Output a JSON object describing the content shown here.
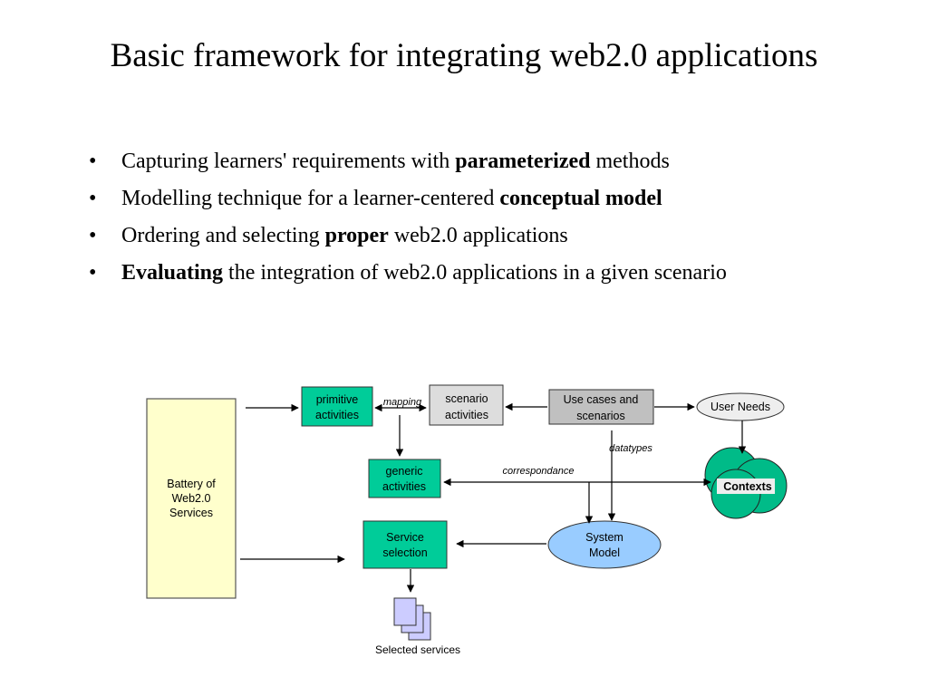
{
  "title": "Basic framework for integrating web2.0 applications",
  "bullets": [
    {
      "pre": "Capturing learners' requirements with ",
      "bold": "parameterized",
      "post": " methods"
    },
    {
      "pre": "Modelling technique for a learner-centered ",
      "bold": "conceptual model",
      "post": ""
    },
    {
      "pre": "Ordering and selecting ",
      "bold": "proper",
      "post": " web2.0 applications"
    },
    {
      "pre": "",
      "bold": "Evaluating",
      "post": " the integration of web2.0 applications in a given scenario"
    }
  ],
  "diagram": {
    "battery": [
      "Battery of",
      "Web2.0",
      "Services"
    ],
    "primitive": [
      "primitive",
      "activities"
    ],
    "scenario": [
      "scenario",
      "activities"
    ],
    "usecases": [
      "Use cases and",
      "scenarios"
    ],
    "user_needs": "User Needs",
    "generic": [
      "generic",
      "activities"
    ],
    "contexts": "Contexts",
    "service": [
      "Service",
      "selection"
    ],
    "system_model": [
      "System",
      "Model"
    ],
    "selected": "Selected services",
    "labels": {
      "mapping": "mapping",
      "datatypes": "datatypes",
      "correspondance": "correspondance"
    },
    "colors": {
      "battery": "#ffffcc",
      "activity": "#00cc99",
      "scenario": "#dddddd",
      "usecases": "#c0c0c0",
      "user_needs": "#eeeeee",
      "contexts": "#00bb88",
      "system_model": "#99ccff",
      "selected_docs": "#ccccff"
    }
  }
}
